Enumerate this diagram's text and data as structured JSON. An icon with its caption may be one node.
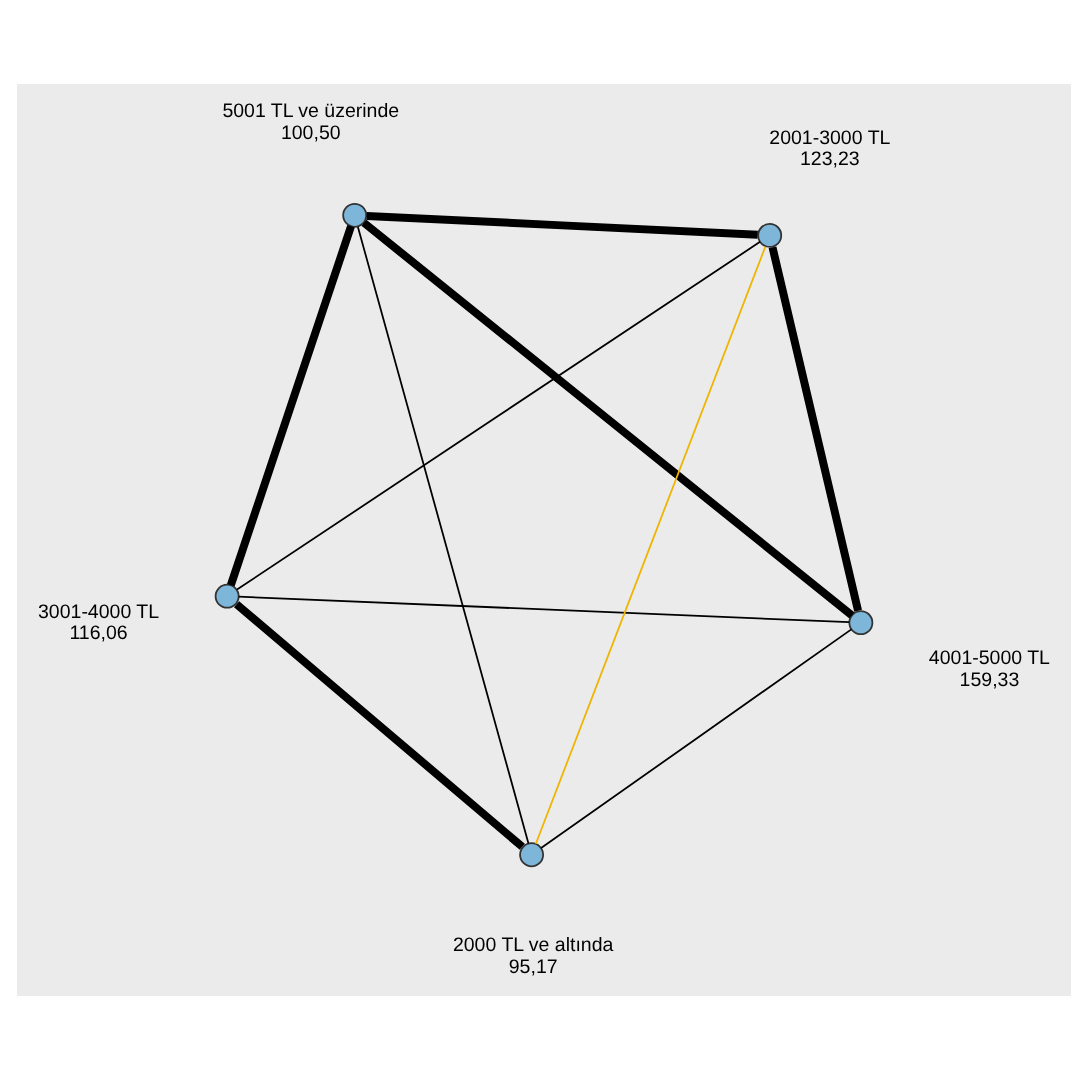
{
  "diagram": {
    "nodes": [
      {
        "text": [],
        "shape": "circle",
        "beside": [
          "5001 TL ve üzerinde",
          "100,50"
        ]
      },
      {
        "text": [],
        "shape": "circle",
        "beside": [
          "3001-4000 TL",
          "116,06"
        ]
      },
      {
        "text": [],
        "shape": "circle",
        "beside": [
          "2001-3000 TL",
          "123,23"
        ]
      },
      {
        "text": [],
        "shape": "circle",
        "beside": [
          "2000 TL ve altında",
          "95,17"
        ]
      },
      {
        "text": [],
        "shape": "circle",
        "beside": [
          "4001-5000 TL",
          "159,33"
        ]
      }
    ],
    "edges": [
      {
        "from": 0,
        "to": 1,
        "arrow": "none",
        "style": "thick"
      },
      {
        "from": 0,
        "to": 2,
        "arrow": "none",
        "style": "thick"
      },
      {
        "from": 0,
        "to": 4,
        "arrow": "none",
        "style": "thick"
      },
      {
        "from": 0,
        "to": 3,
        "arrow": "none"
      },
      {
        "from": 1,
        "to": 2,
        "arrow": "none"
      },
      {
        "from": 1,
        "to": 4,
        "arrow": "none"
      },
      {
        "from": 1,
        "to": 3,
        "arrow": "none",
        "style": "thick"
      },
      {
        "from": 2,
        "to": 3,
        "arrow": "none",
        "color": "#f0b400"
      },
      {
        "from": 2,
        "to": 4,
        "arrow": "none",
        "style": "thick"
      },
      {
        "from": 3,
        "to": 4,
        "arrow": "none"
      }
    ]
  }
}
